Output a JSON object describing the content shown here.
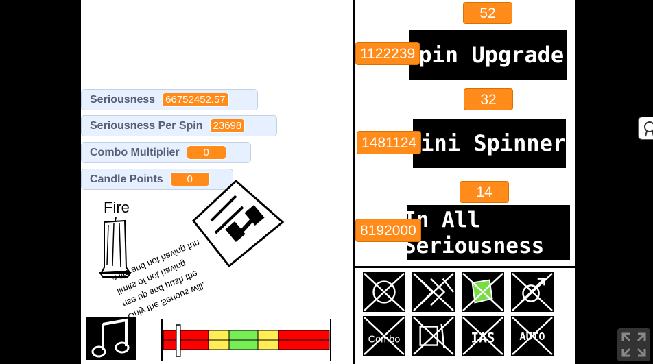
{
  "monitors": [
    {
      "label": "Seriousness",
      "value": "66752452.57"
    },
    {
      "label": "Seriousness Per Spin",
      "value": "23698"
    },
    {
      "label": "Combo Multiplier",
      "value": "0"
    },
    {
      "label": "Candle Points",
      "value": "0"
    }
  ],
  "candle": {
    "label": "Fire"
  },
  "mirrored_text": [
    "Only the Serious will,",
    "rise up and push the",
    "limits of not having",
    "a life and not having fun"
  ],
  "upgrades": [
    {
      "count": "52",
      "name": "Spin Upgrade",
      "cost": "1122239"
    },
    {
      "count": "32",
      "name": "Mini Spinner",
      "cost": "1481124"
    },
    {
      "count": "14",
      "name_line1": "In All",
      "name_line2": "Seriousness",
      "cost": "8192000"
    }
  ],
  "buttons": [
    {
      "icon": "spinner-icon"
    },
    {
      "icon": "fast-forward-icon"
    },
    {
      "icon": "green-flag-icon"
    },
    {
      "icon": "rocket-icon"
    },
    {
      "icon": "combo-icon",
      "label": "Combo"
    },
    {
      "icon": "portrait-icon"
    },
    {
      "icon": "ias-icon",
      "label": "IAS"
    },
    {
      "icon": "auto-icon",
      "label": "AUTO"
    }
  ],
  "colors": {
    "monitor_value": "#ff8c1a",
    "bar_red": "#ff0000",
    "bar_yellow": "#ffee55",
    "bar_green": "#77ee55"
  },
  "timing_bar": {
    "marker_fraction": 0.09
  }
}
